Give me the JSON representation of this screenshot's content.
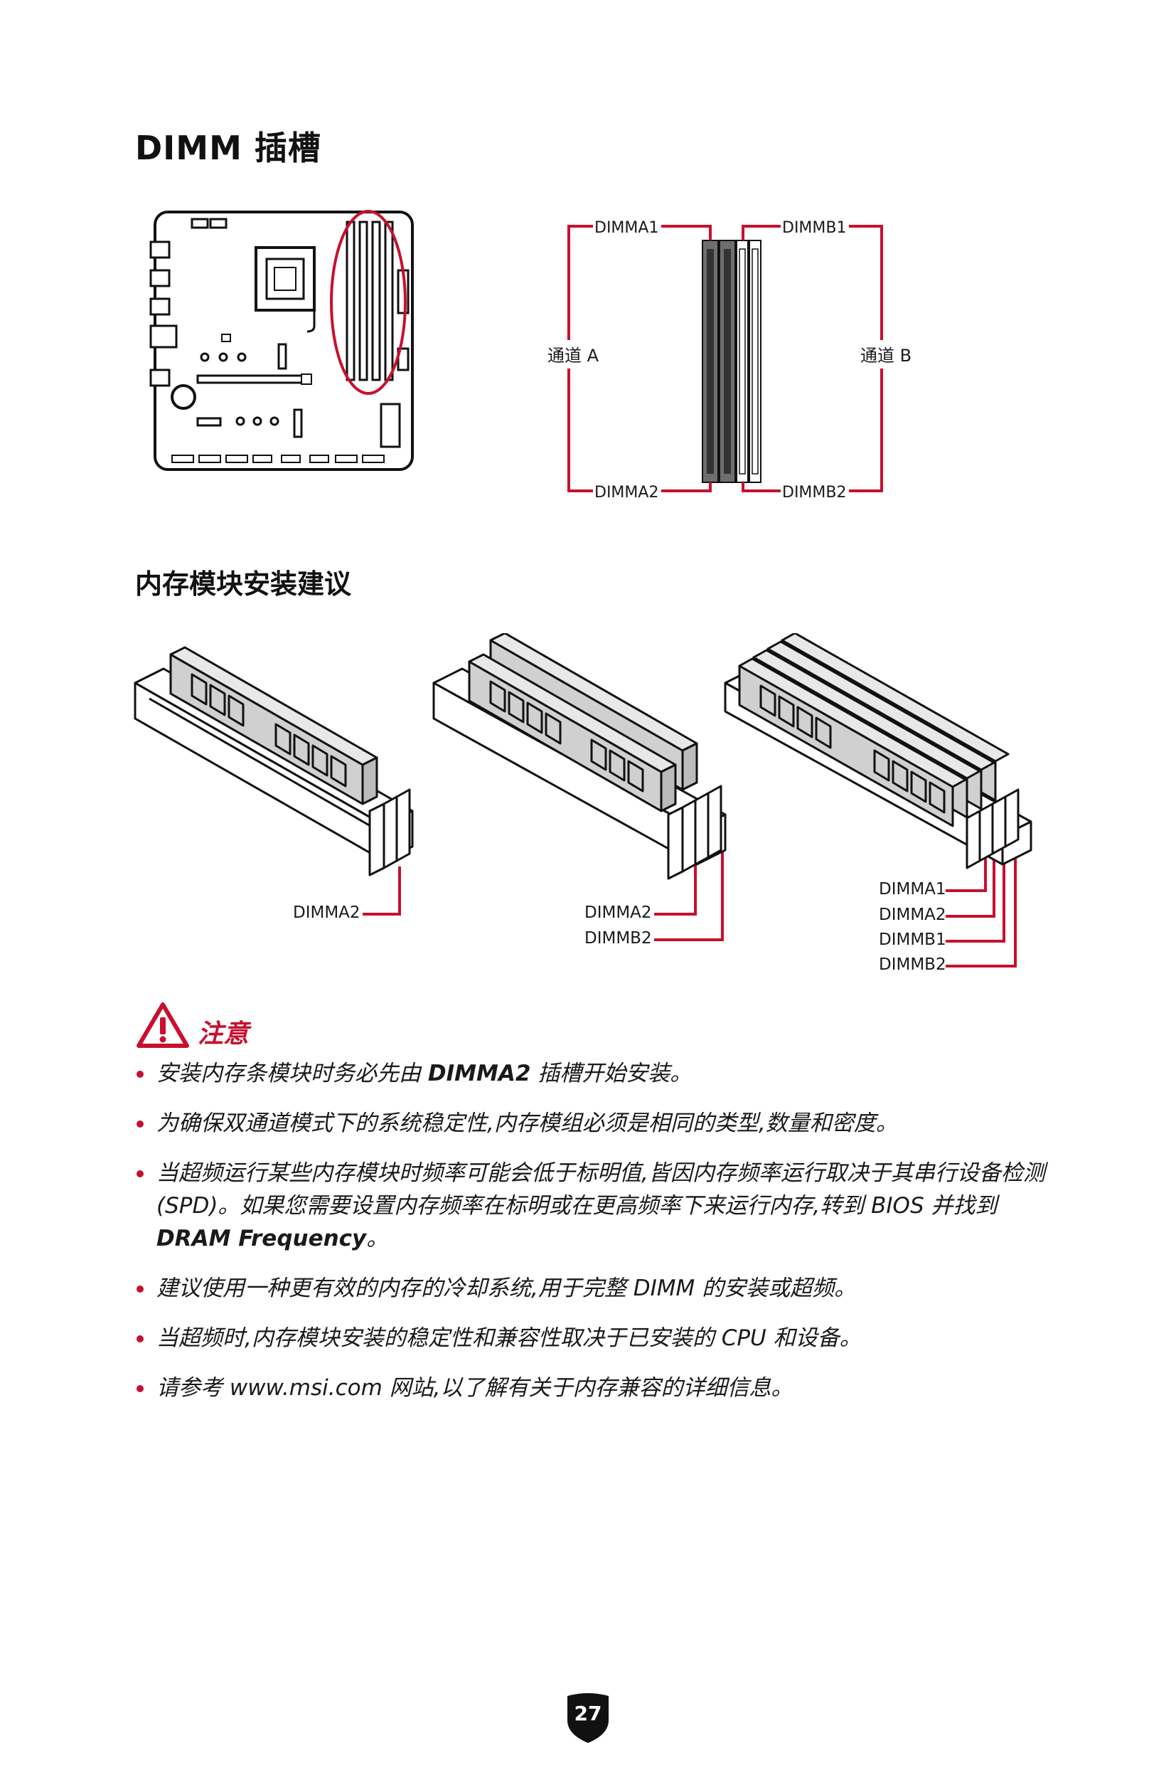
{
  "title": "DIMM 插槽",
  "diagram_labels": {
    "dimma1": "DIMMA1",
    "dimmb1": "DIMMB1",
    "dimma2": "DIMMA2",
    "dimmb2": "DIMMB2",
    "channel_a": "通道 A",
    "channel_b": "通道 B"
  },
  "subtitle": "内存模块安装建议",
  "install_labels": {
    "one_module": [
      "DIMMA2"
    ],
    "two_modules": [
      "DIMMA2",
      "DIMMB2"
    ],
    "four_modules": [
      "DIMMA1",
      "DIMMA2",
      "DIMMB1",
      "DIMMB2"
    ]
  },
  "notice": {
    "title": "注意",
    "icon": "warning-triangle-icon",
    "items": [
      {
        "pre": "安装内存条模块时务必先由 ",
        "bold": "DIMMA2",
        "post": " 插槽开始安装。"
      },
      {
        "pre": "为确保双通道模式下的系统稳定性,内存模组必须是相同的类型,数量和密度。",
        "bold": "",
        "post": ""
      },
      {
        "pre": "当超频运行某些内存模块时频率可能会低于标明值,皆因内存频率运行取决于其串行设备检测 (SPD)。如果您需要设置内存频率在标明或在更高频率下来运行内存,转到 BIOS 并找到 ",
        "bold": "DRAM Frequency",
        "post": "。"
      },
      {
        "pre": "建议使用一种更有效的内存的冷却系统,用于完整 DIMM 的安装或超频。",
        "bold": "",
        "post": ""
      },
      {
        "pre": "当超频时,内存模块安装的稳定性和兼容性取决于已安装的 CPU 和设备。",
        "bold": "",
        "post": ""
      },
      {
        "pre": "请参考 www.msi.com 网站,以了解有关于内存兼容的详细信息。",
        "bold": "",
        "post": ""
      }
    ]
  },
  "page_number": "27",
  "colors": {
    "accent": "#c8102e",
    "text": "#1a1a1a",
    "module_fill": "#d0d0d0"
  }
}
